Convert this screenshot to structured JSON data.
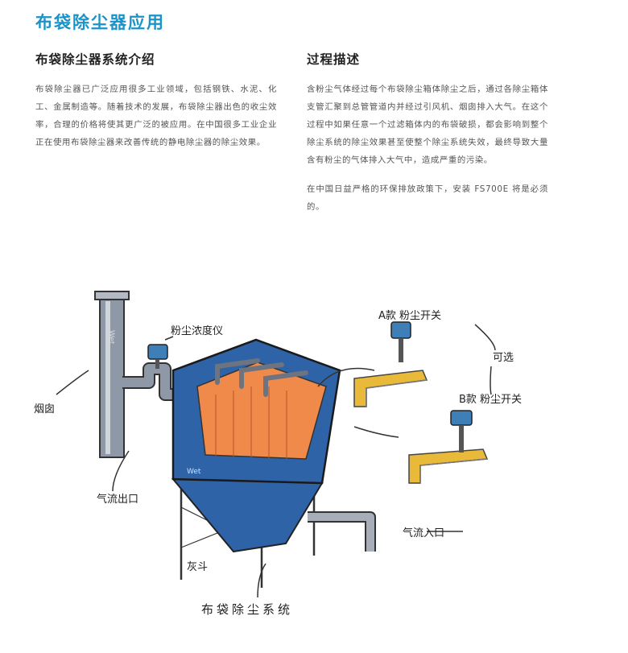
{
  "page": {
    "title": "布袋除尘器应用"
  },
  "intro": {
    "heading": "布袋除尘器系统介绍",
    "paragraph": "布袋除尘器已广泛应用很多工业领域，包括钢铁、水泥、化工、金属制造等。随着技术的发展，布袋除尘器出色的收尘效率，合理的价格将使其更广泛的被应用。在中国很多工业企业正在使用布袋除尘器来改善传统的静电除尘器的除尘效果。"
  },
  "process": {
    "heading": "过程描述",
    "paragraph1": "含粉尘气体经过每个布袋除尘箱体除尘之后，通过各除尘箱体支管汇聚到总管管道内并经过引风机、烟囱排入大气。在这个过程中如果任意一个过滤箱体内的布袋破损，都会影响到整个除尘系统的除尘效果甚至使整个除尘系统失效，最终导致大量含有粉尘的气体排入大气中，造成严重的污染。",
    "paragraph2": "在中国日益严格的环保排放政策下，安装 FS700E 将是必须的。"
  },
  "diagram": {
    "labels": {
      "chimney": "烟囱",
      "dust_meter": "粉尘浓度仪",
      "gas_outlet": "气流出口",
      "gas_inlet": "气流入口",
      "ash_hopper": "灰斗",
      "system": "布袋除尘系统",
      "switch_a": "A款 粉尘开关",
      "switch_b": "B款 粉尘开关",
      "optional": "可选",
      "cabinet_mark": "Wet"
    },
    "colors": {
      "housing": "#2f63a8",
      "bags": "#f08a4b",
      "duct_dust": "#e9b93a",
      "pipe": "#8f98a6"
    }
  }
}
